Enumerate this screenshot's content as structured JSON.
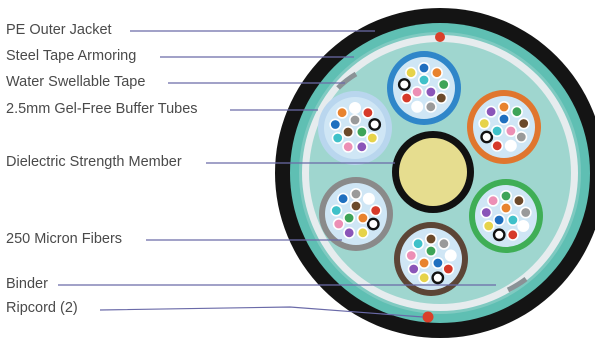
{
  "labels": {
    "outer_jacket": "PE Outer Jacket",
    "armoring": "Steel Tape Armoring",
    "water_tape": "Water Swellable Tape",
    "buffer_tubes": "2.5mm Gel-Free Buffer Tubes",
    "strength_member": "Dielectric Strength Member",
    "fibers": "250 Micron Fibers",
    "binder": "Binder",
    "ripcord": "Ripcord (2)"
  },
  "colors": {
    "jacket": "#141414",
    "armor_ring": "#5fbfb3",
    "water_tape_ring": "#e6ecee",
    "core_fill": "#9fd6cf",
    "strength_member": "#e6dd8f",
    "ripcord": "#d9402a",
    "leader_line": "#6a6aa8",
    "tube_outlines": [
      "#2f86c9",
      "#e0762e",
      "#3fae56",
      "#5c4536",
      "#8a8a8a",
      "#a9c9e8"
    ],
    "fiber_colors": [
      "#1f6fbf",
      "#e8832e",
      "#3ea457",
      "#6b4a2b",
      "#9a9a9a",
      "#ffffff",
      "#d63a2a",
      "#111111",
      "#e6d34a",
      "#8a55b8",
      "#ec8fb5",
      "#3fc1c9"
    ]
  },
  "tube_count": 6,
  "fibers_per_tube": 12,
  "ripcord_count": 2
}
